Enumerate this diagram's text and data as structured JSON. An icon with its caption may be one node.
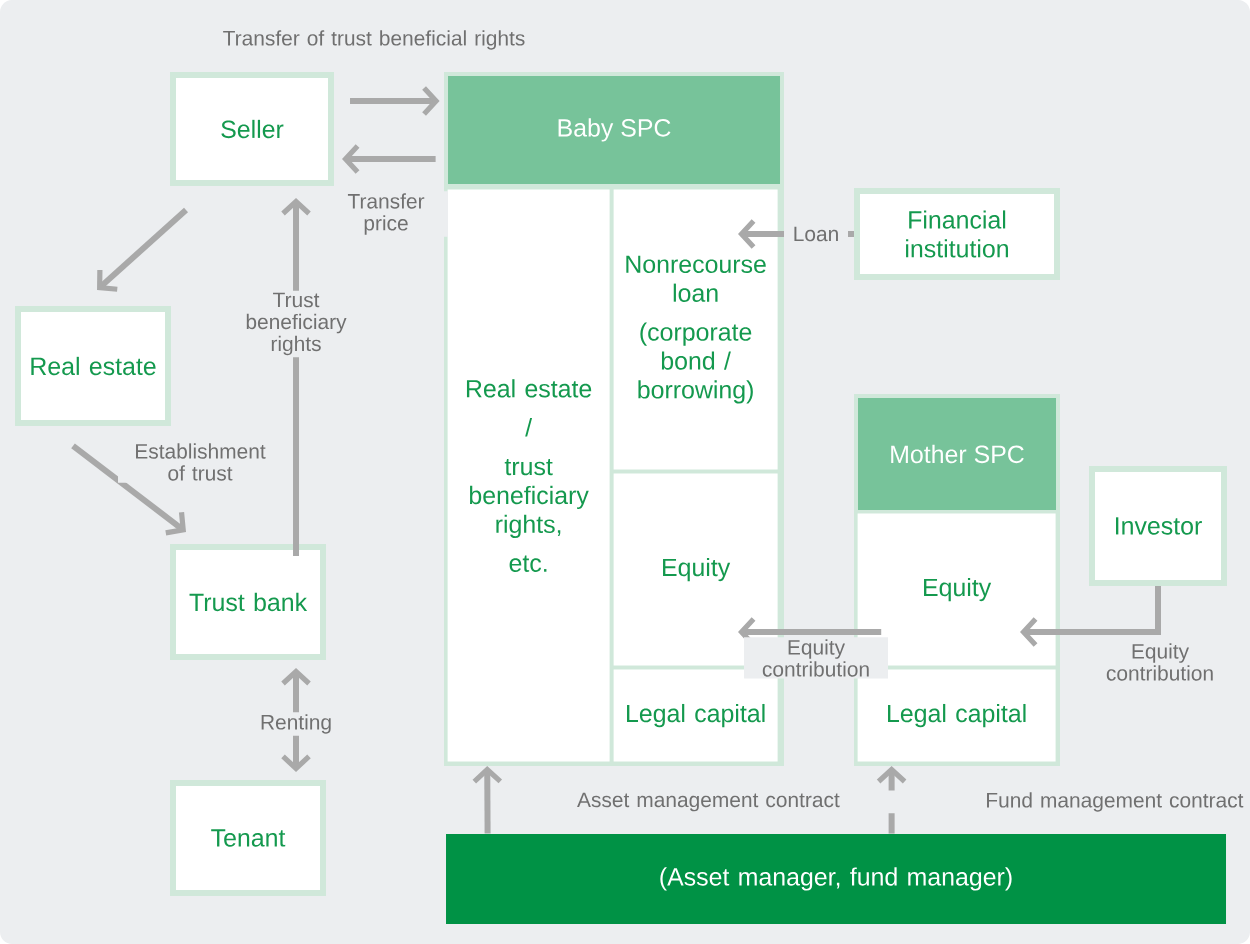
{
  "diagram": {
    "nodes": [
      {
        "text": [
          "Seller"
        ]
      },
      {
        "text": [
          "Baby SPC"
        ]
      },
      {
        "text": [
          "Real estate",
          "/",
          "trust beneficiary rights,",
          "etc."
        ],
        "in": 1
      },
      {
        "text": [
          "Nonrecourse loan",
          "(corporate bond / borrowing)"
        ],
        "in": 1
      },
      {
        "text": [
          "Equity"
        ],
        "in": 1
      },
      {
        "text": [
          "Legal capital"
        ],
        "in": 1
      },
      {
        "text": [
          "Financial institution"
        ]
      },
      {
        "text": [
          "Mother SPC"
        ]
      },
      {
        "text": [
          "Equity"
        ],
        "in": 7
      },
      {
        "text": [
          "Legal capital"
        ],
        "in": 7
      },
      {
        "text": [
          "Investor"
        ]
      },
      {
        "text": [
          "Real estate"
        ]
      },
      {
        "text": [
          "Trust bank"
        ]
      },
      {
        "text": [
          "Tenant"
        ]
      },
      {
        "text": [
          "(Asset manager, fund manager)"
        ]
      }
    ],
    "edges": [
      {
        "from": 0,
        "to": 1,
        "arrow": "to",
        "label": "Transfer of trust beneficial rights"
      },
      {
        "from": 1,
        "to": 0,
        "arrow": "to",
        "label": "Transfer price"
      },
      {
        "from": 0,
        "to": 11,
        "arrow": "to"
      },
      {
        "from": 11,
        "to": 12,
        "arrow": "to",
        "label": "Establishment of trust"
      },
      {
        "from": 12,
        "to": 0,
        "arrow": "to",
        "label": "Trust beneficiary rights"
      },
      {
        "from": 12,
        "to": 13,
        "arrow": "both",
        "label": "Renting"
      },
      {
        "from": 6,
        "to": 3,
        "arrow": "to",
        "label": "Loan"
      },
      {
        "from": 8,
        "to": 4,
        "arrow": "to",
        "label": "Equity contribution"
      },
      {
        "from": 10,
        "to": 8,
        "arrow": "to",
        "label": "Equity contribution"
      },
      {
        "from": 14,
        "to": 2,
        "arrow": "to",
        "label": "Asset management contract"
      },
      {
        "from": 14,
        "to": 9,
        "arrow": "to",
        "label": "Fund management contract"
      }
    ]
  }
}
